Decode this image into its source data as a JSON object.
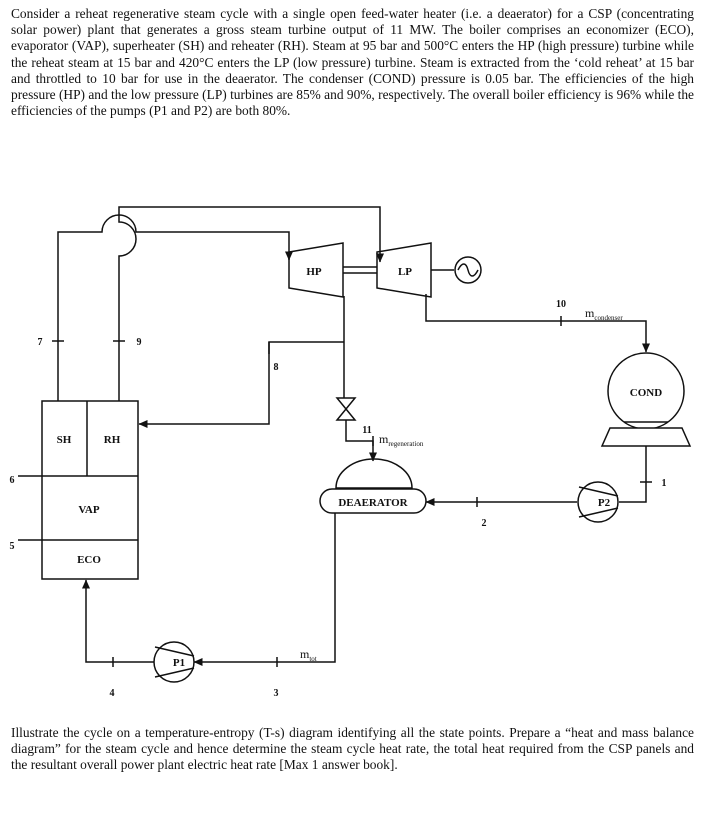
{
  "problem": {
    "intro": "Consider a reheat regenerative steam cycle with a single open feed-water heater (i.e. a deaerator) for a CSP (concentrating solar power) plant that generates a gross steam turbine output of 11 MW. The boiler comprises an economizer (ECO), evaporator (VAP), superheater (SH) and reheater (RH). Steam at 95 bar and 500°C enters the HP (high pressure) turbine while the reheat steam at 15 bar and 420°C enters the LP (low pressure) turbine. Steam is extracted from the ‘cold reheat’ at 15 bar and throttled to 10 bar for use in the deaerator. The condenser (COND) pressure is 0.05 bar. The efficiencies of the high pressure (HP) and the low pressure (LP) turbines are 85% and 90%, respectively. The overall boiler efficiency is 96% while the efficiencies of the pumps (P1 and P2) are both 80%.",
    "task": "Illustrate the cycle on a temperature-entropy (T-s) diagram identifying all the state points. Prepare a “heat and mass balance diagram” for the steam cycle and hence determine the steam cycle heat rate, the total heat required from the CSP panels and the resultant overall power plant electric heat rate [Max 1 answer book]."
  },
  "diagram": {
    "components": {
      "sh": "SH",
      "rh": "RH",
      "vap": "VAP",
      "eco": "ECO",
      "hp": "HP",
      "lp": "LP",
      "cond": "COND",
      "deaerator": "DEAERATOR",
      "p1": "P1",
      "p2": "P2"
    },
    "states": {
      "s1": "1",
      "s2": "2",
      "s3": "3",
      "s4": "4",
      "s5": "5",
      "s6": "6",
      "s7": "7",
      "s8": "8",
      "s9": "9",
      "s10": "10",
      "s11": "11"
    },
    "flows": {
      "m_condenser_main": "m",
      "m_condenser_sub": "condenser",
      "m_regeneration_main": "m",
      "m_regeneration_sub": "regeneration",
      "m_tot_main": "m",
      "m_tot_sub": "tot"
    }
  }
}
